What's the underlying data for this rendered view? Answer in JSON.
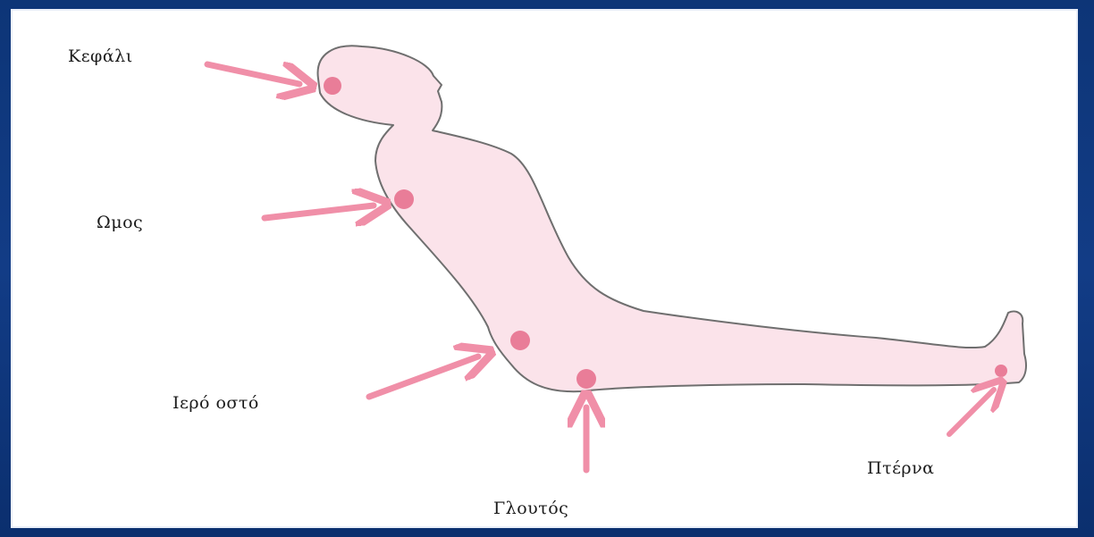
{
  "diagram": {
    "labels": {
      "head": "Κεφάλι",
      "shoulder": "Ωμος",
      "sacrum": "Ιερό οστό",
      "buttock": "Γλουτός",
      "heel": "Πτέρνα"
    },
    "colors": {
      "frame": "#0d3577",
      "body_fill": "#fbe3ea",
      "body_outline": "#6f6f6f",
      "marker": "#e97d98",
      "arrow": "#f08fa8"
    }
  }
}
